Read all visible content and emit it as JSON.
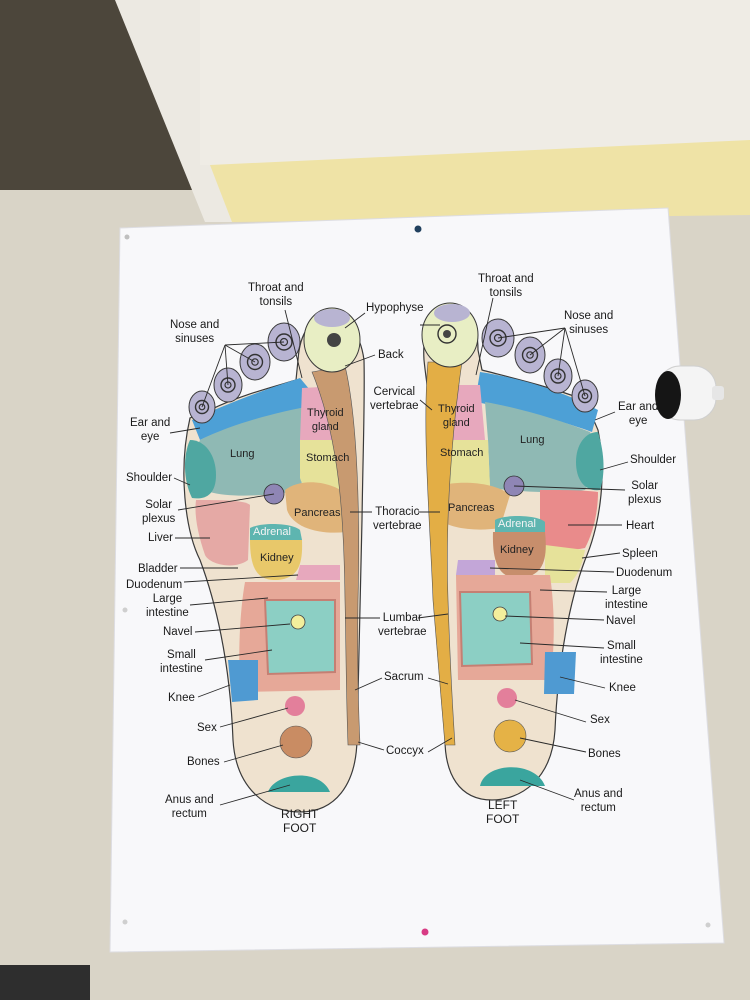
{
  "poster": {
    "right_foot": {
      "title": "RIGHT\nFOOT",
      "labels": {
        "throat": "Throat and\ntonsils",
        "nose": "Nose and\nsinuses",
        "hypophyse": "Hypophyse",
        "back": "Back",
        "cervical": "Cervical\nvertebrae",
        "ear_eye": "Ear and\neye",
        "shoulder": "Shoulder",
        "solar": "Solar\nplexus",
        "liver": "Liver",
        "bladder": "Bladder",
        "duodenum": "Duodenum",
        "large_int": "Large\nintestine",
        "navel": "Navel",
        "small_int": "Small\nintestine",
        "knee": "Knee",
        "sex": "Sex",
        "bones": "Bones",
        "anus": "Anus and\nrectum",
        "thoracic": "Thoracic\nvertebrae",
        "lumbar": "Lumbar\nvertebrae",
        "sacrum": "Sacrum",
        "coccyx": "Coccyx"
      },
      "zones": {
        "lung": "Lung",
        "thyroid": "Thyroid\ngland",
        "stomach": "Stomach",
        "pancreas": "Pancreas",
        "adrenal": "Adrenal",
        "kidney": "Kidney"
      }
    },
    "left_foot": {
      "title": "LEFT\nFOOT",
      "labels": {
        "throat": "Throat and\ntonsils",
        "nose": "Nose and\nsinuses",
        "ear_eye": "Ear and\neye",
        "shoulder": "Shoulder",
        "solar": "Solar\nplexus",
        "heart": "Heart",
        "spleen": "Spleen",
        "duodenum": "Duodenum",
        "large_int": "Large\nintestine",
        "navel": "Navel",
        "small_int": "Small\nintestine",
        "knee": "Knee",
        "sex": "Sex",
        "bones": "Bones",
        "anus": "Anus and\nrectum"
      },
      "zones": {
        "thyroid": "Thyroid\ngland",
        "lung": "Lung",
        "stomach": "Stomach",
        "pancreas": "Pancreas",
        "adrenal": "Adrenal",
        "kidney": "Kidney"
      }
    },
    "colors": {
      "lung": "#8fb9b4",
      "shoulder": "#4fa7a1",
      "blue_band": "#4da0d6",
      "thyroid": "#e7a8bd",
      "stomach": "#e6e29a",
      "pancreas": "#e0b47a",
      "spine_right": "#c89a70",
      "spine_left": "#e3ae45",
      "liver": "#e5a9a5",
      "heart": "#e98b8b",
      "kidney": "#e8c86a",
      "kidney_left": "#c78e6c",
      "adrenal": "#5eb5b0",
      "large_intestine": "#e6a898",
      "small_intestine": "#8ccfc4",
      "knee": "#4f9ad2",
      "sex": "#e37f9b",
      "bones_right": "#c98c63",
      "bones_left": "#e5b246",
      "anus": "#3aa59e",
      "skin": "#efe2cf",
      "toe": "#b8b4d2"
    }
  }
}
